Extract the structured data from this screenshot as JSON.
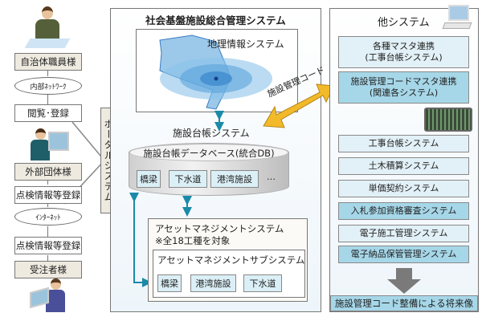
{
  "left": {
    "municipal_staff": "自治体職員様",
    "internal_network": "内部ﾈｯﾄﾜｰｸ",
    "browse_register": "閲覧･登録",
    "external_org": "外部団体様",
    "inspection_register_1": "点検情報等登録",
    "internet": "ｲﾝﾀｰﾈｯﾄ",
    "inspection_register_2": "点検情報等登録",
    "contractor": "受注者様",
    "portal": "ポータルシステム"
  },
  "main": {
    "title": "社会基盤施設総合管理システム",
    "gis": "地理情報システム",
    "ledger_system": "施設台帳システム",
    "database": "施設台帳データベース(統合DB)",
    "db_items": [
      "橋梁",
      "下水道",
      "港湾施設",
      "…"
    ],
    "asset_title": "アセットマネジメントシステム",
    "asset_note": "※全18工種を対象",
    "sub_title": "アセットマネジメントサブシステム",
    "sub_items": [
      "橋梁",
      "港湾施設",
      "下水道"
    ]
  },
  "link_label": "施設管理コード",
  "other": {
    "title": "他システム",
    "items": [
      {
        "l1": "各種マスタ連携",
        "l2": "(工事台帳システム)"
      },
      {
        "l1": "施設管理コードマスタ連携",
        "l2": "(関連各システム)"
      },
      {
        "l1": "工事台帳システム"
      },
      {
        "l1": "土木積算システム"
      },
      {
        "l1": "単価契約システム"
      },
      {
        "l1": "入札参加資格審査システム"
      },
      {
        "l1": "電子施工管理システム"
      },
      {
        "l1": "電子納品保管管理システム"
      }
    ],
    "future": "施設管理コード整備による将来像"
  },
  "colors": {
    "light": "#e2f1f7",
    "dark": "#a6d7e8",
    "teal": "#1a8aa8",
    "arrow_yellow": "#f2b92a"
  }
}
